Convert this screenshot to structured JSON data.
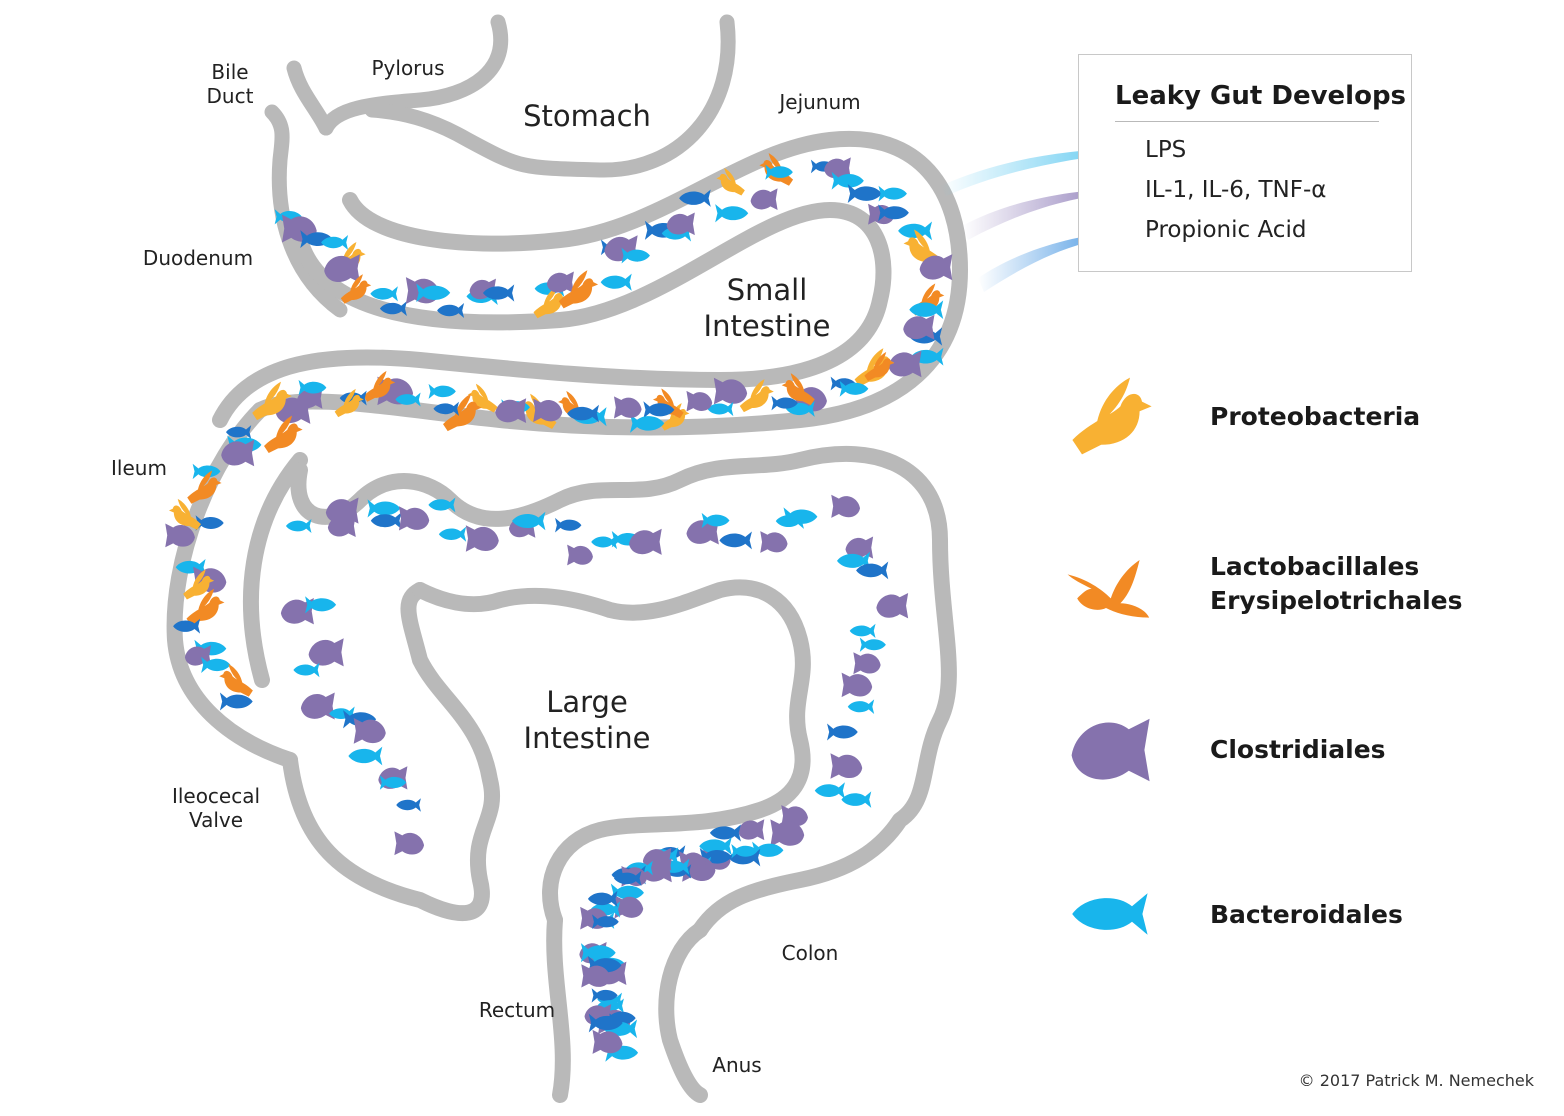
{
  "anatomy": {
    "bile_duct": "Bile\nDuct",
    "pylorus": "Pylorus",
    "stomach": "Stomach",
    "jejunum": "Jejunum",
    "duodenum": "Duodenum",
    "small_intestine": "Small\nIntestine",
    "ileum": "Ileum",
    "large_intestine": "Large\nIntestine",
    "ileocecal_valve": "Ileocecal\nValve",
    "colon": "Colon",
    "rectum": "Rectum",
    "anus": "Anus"
  },
  "callout": {
    "title": "Leaky Gut Develops",
    "items": [
      "LPS",
      "IL-1, IL-6, TNF-α",
      "Propionic Acid"
    ]
  },
  "legend": [
    {
      "label": "Proteobacteria",
      "icon": "bird-icon",
      "color": "#f8b133"
    },
    {
      "label": "Lactobacillales\nErysipelotrichales",
      "icon": "bird-flying-icon",
      "color": "#f28a24"
    },
    {
      "label": "Clostridiales",
      "icon": "triggerfish-icon",
      "color": "#8572ad"
    },
    {
      "label": "Bacteroidales",
      "icon": "fish-icon",
      "color": "#18b5ec"
    }
  ],
  "colors": {
    "gut_wall": "#b9b9b9",
    "bacteroidales_dark": "#1f74c9",
    "bacteroidales": "#18b5ec",
    "clostridiales": "#8572ad",
    "proteobacteria": "#f8b133",
    "lactobacillales": "#f28a24",
    "leak_lps": "#5cc8f0",
    "leak_cytokine": "#8a78b6",
    "leak_propionic": "#3a8fe0"
  },
  "copyright": "© 2017 Patrick M. Nemechek"
}
